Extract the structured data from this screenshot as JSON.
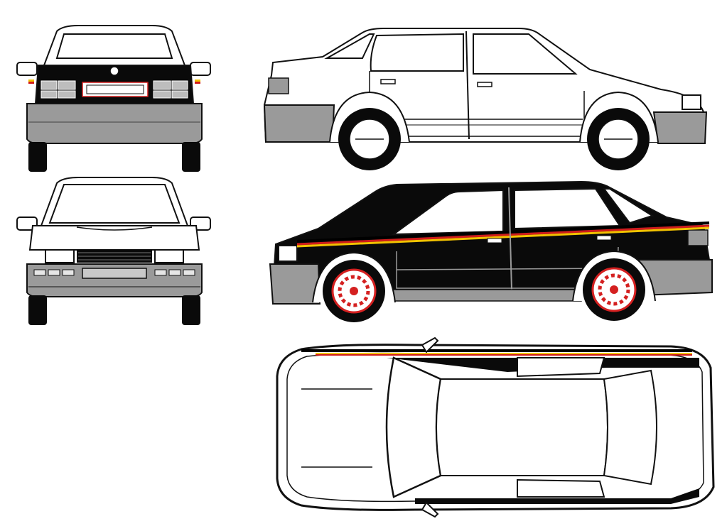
{
  "colors": {
    "ink": "#111111",
    "paper": "#ffffff",
    "black_paint": "#0a0a0a",
    "gray_trim": "#9a9a9a",
    "stripe_black": "#000000",
    "stripe_red": "#d01c1c",
    "stripe_gold": "#f2c200",
    "wheel_red": "#d42020"
  },
  "views": [
    {
      "name": "rear-view",
      "style": "white"
    },
    {
      "name": "front-view",
      "style": "white"
    },
    {
      "name": "side-view-left-white",
      "style": "white"
    },
    {
      "name": "side-view-right-black-stripe",
      "style": "black-with-stripe"
    },
    {
      "name": "top-view",
      "style": "white-with-stripe"
    }
  ]
}
